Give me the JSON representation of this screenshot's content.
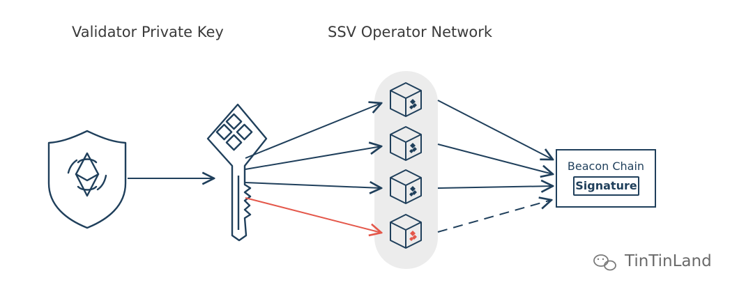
{
  "titles": {
    "validator": "Validator Private Key",
    "network": "SSV Operator Network"
  },
  "beacon": {
    "label": "Beacon Chain",
    "signature": "Signature"
  },
  "watermark": {
    "text": "TinTinLand"
  },
  "colors": {
    "navy": "#1f3f5b",
    "red": "#e4574a",
    "panel": "#ececec"
  },
  "operators": [
    {
      "status": "active"
    },
    {
      "status": "active"
    },
    {
      "status": "active"
    },
    {
      "status": "faulty"
    }
  ]
}
